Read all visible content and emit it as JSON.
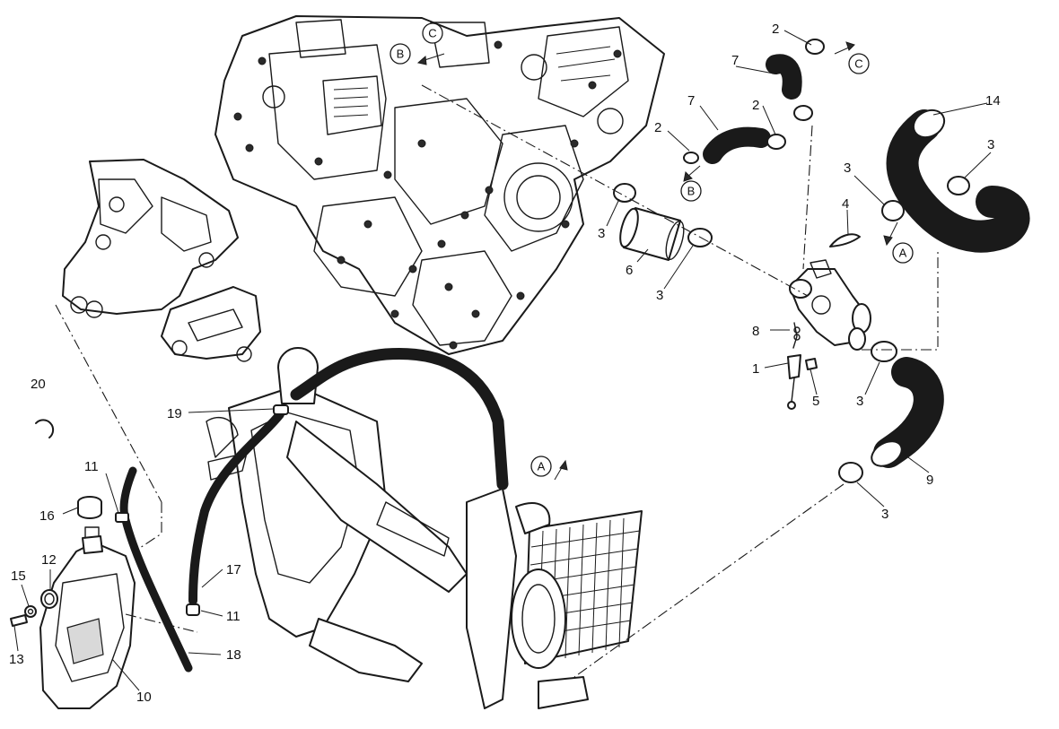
{
  "callouts": {
    "c1": "1",
    "c2a": "2",
    "c2b": "2",
    "c2c": "2",
    "c3a": "3",
    "c3b": "3",
    "c3c": "3",
    "c3d": "3",
    "c3e": "3",
    "c3f": "3",
    "c4": "4",
    "c5": "5",
    "c6": "6",
    "c7a": "7",
    "c7b": "7",
    "c8": "8",
    "c9": "9",
    "c10": "10",
    "c11a": "11",
    "c11b": "11",
    "c12": "12",
    "c13": "13",
    "c14": "14",
    "c15": "15",
    "c16": "16",
    "c17": "17",
    "c18": "18",
    "c19": "19",
    "c20": "20"
  },
  "refs": {
    "A1": "A",
    "A2": "A",
    "B1": "B",
    "B2": "B",
    "C1": "C",
    "C2": "C"
  }
}
